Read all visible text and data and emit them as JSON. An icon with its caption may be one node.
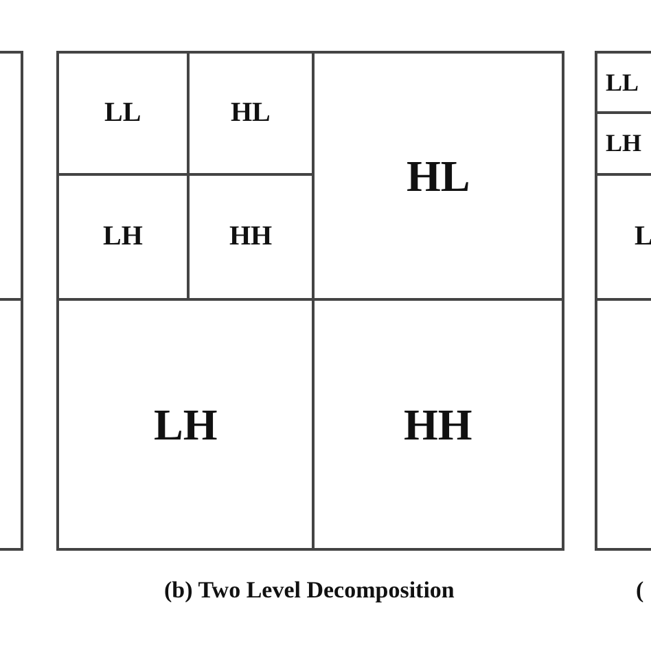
{
  "diagram": {
    "nodes": [
      {
        "text": [],
        "shape": "box"
      },
      {
        "text": [],
        "shape": "box"
      },
      {
        "text": [
          "LL"
        ],
        "in": 1
      },
      {
        "text": [
          "HL"
        ],
        "in": 1
      },
      {
        "text": [
          "LH"
        ],
        "in": 1
      },
      {
        "text": [
          "HH"
        ],
        "in": 1
      },
      {
        "text": [
          "HL"
        ],
        "in": 1
      },
      {
        "text": [
          "LH"
        ],
        "in": 1
      },
      {
        "text": [
          "HH"
        ],
        "in": 1
      },
      {
        "text": [],
        "shape": "box"
      },
      {
        "text": [
          "LL"
        ],
        "in": 9
      },
      {
        "text": [
          "LH"
        ],
        "in": 9
      },
      {
        "text": [
          "L"
        ],
        "in": 9
      }
    ],
    "labels": [
      "(b) Two Level Decomposition",
      "("
    ]
  }
}
